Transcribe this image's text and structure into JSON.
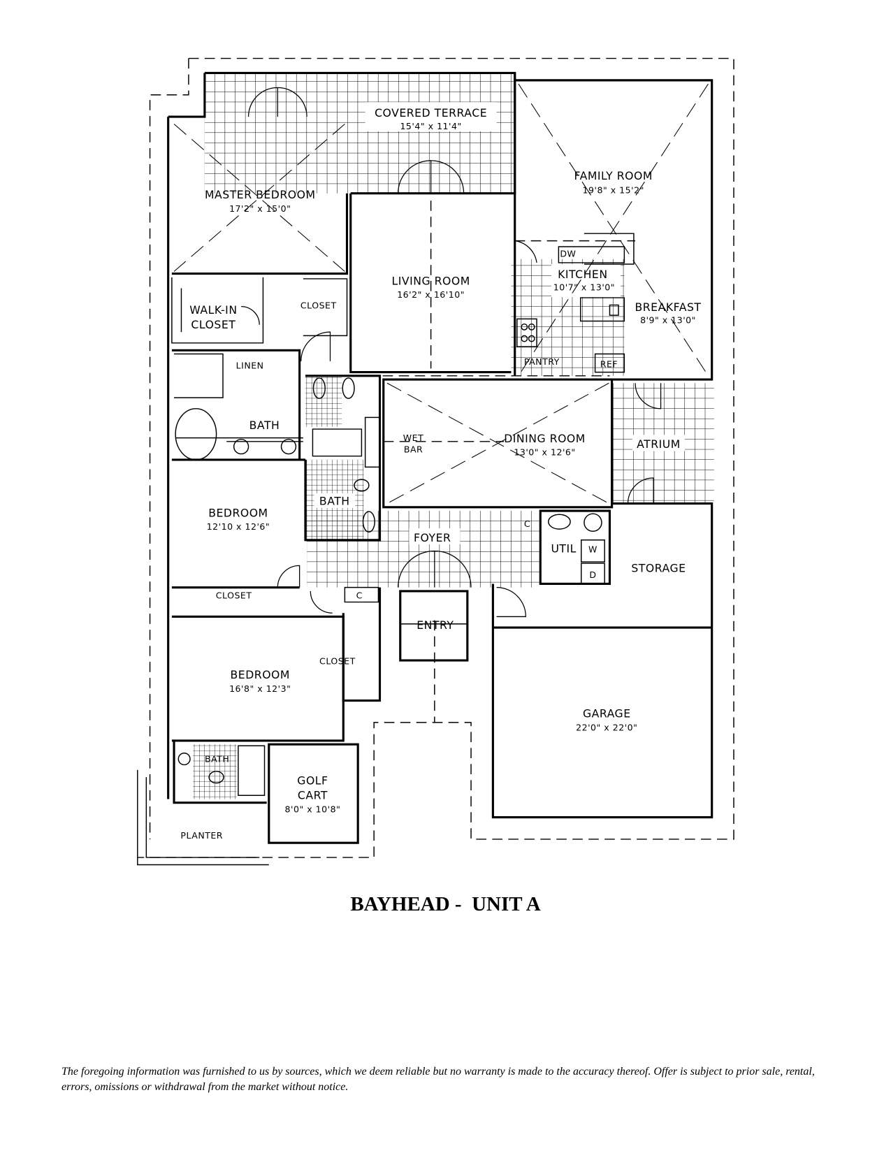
{
  "rooms": {
    "covered_terrace": {
      "name": "COVERED TERRACE",
      "dims": "15'4\" x 11'4\""
    },
    "master_bedroom": {
      "name": "MASTER BEDROOM",
      "dims": "17'2\" x 15'0\""
    },
    "family_room": {
      "name": "FAMILY ROOM",
      "dims": "19'8\" x 15'2\""
    },
    "living_room": {
      "name": "LIVING ROOM",
      "dims": "16'2\" x 16'10\""
    },
    "kitchen": {
      "name": "KITCHEN",
      "dims": "10'7\" x 13'0\""
    },
    "breakfast": {
      "name": "BREAKFAST",
      "dims": "8'9\" x 13'0\""
    },
    "walk_in_closet": {
      "name_1": "WALK-IN",
      "name_2": "CLOSET"
    },
    "master_closet": {
      "name": "CLOSET"
    },
    "linen": {
      "name": "LINEN"
    },
    "master_bath": {
      "name": "BATH"
    },
    "pantry": {
      "name": "PANTRY"
    },
    "ref": {
      "name": "REF"
    },
    "dw": {
      "name": "DW"
    },
    "wet_bar": {
      "name_1": "WET",
      "name_2": "BAR"
    },
    "dining_room": {
      "name": "DINING ROOM",
      "dims": "13'0\" x 12'6\""
    },
    "atrium": {
      "name": "ATRIUM"
    },
    "hall_bath": {
      "name": "BATH"
    },
    "bedroom_2": {
      "name": "BEDROOM",
      "dims": "12'10 x 12'6\""
    },
    "bedroom_2_closet": {
      "name": "CLOSET"
    },
    "foyer": {
      "name": "FOYER"
    },
    "util": {
      "name": "UTIL",
      "washer": "W",
      "dryer": "D"
    },
    "coat_closet_1": {
      "name": "C"
    },
    "coat_closet_2": {
      "name": "C"
    },
    "storage": {
      "name": "STORAGE"
    },
    "entry": {
      "name": "ENTRY"
    },
    "bedroom_3": {
      "name": "BEDROOM",
      "dims": "16'8\" x 12'3\""
    },
    "bedroom_3_closet": {
      "name": "CLOSET"
    },
    "garage": {
      "name": "GARAGE",
      "dims": "22'0\" x 22'0\""
    },
    "bath_3": {
      "name": "BATH"
    },
    "golf_cart": {
      "name_1": "GOLF",
      "name_2": "CART",
      "dims": "8'0\" x 10'8\""
    },
    "planter": {
      "name": "PLANTER"
    }
  },
  "title": "BAYHEAD -  UNIT A",
  "disclaimer": "The foregoing information was furnished to us by sources, which we deem reliable but no warranty is made to the accuracy thereof. Offer is subject to prior sale, rental, errors, omissions or withdrawal from the market without notice."
}
